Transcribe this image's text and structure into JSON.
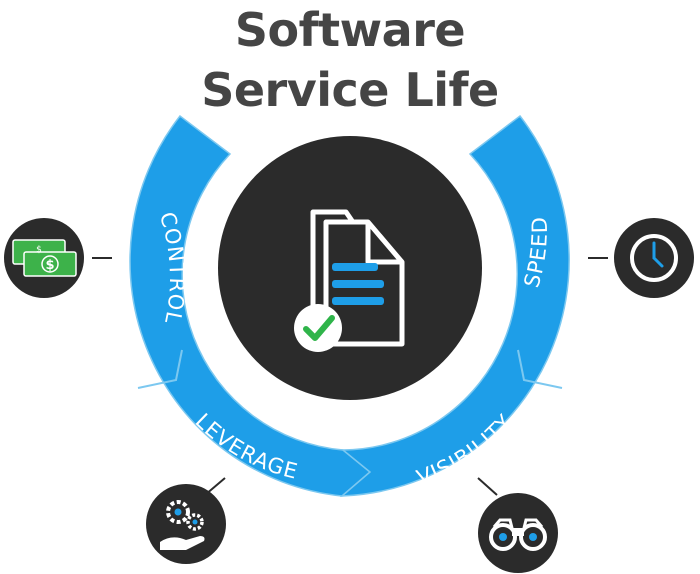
{
  "title": {
    "line1": "Software",
    "line2": "Service Life"
  },
  "segments": {
    "control": "CONTROL",
    "speed": "SPEED",
    "leverage": "LEVERAGE",
    "visibility": "VISIBILITY"
  },
  "icons": {
    "center": "document-check-icon",
    "control": "money-icon",
    "speed": "clock-icon",
    "leverage": "gears-hand-icon",
    "visibility": "binoculars-icon"
  },
  "colors": {
    "ring": "#1e9ee8",
    "ring_edge": "#7cc8f0",
    "dark": "#2b2b2b",
    "title": "#454545",
    "money": "#3db24a",
    "check": "#2fb44a",
    "accent": "#1e9ee8"
  }
}
